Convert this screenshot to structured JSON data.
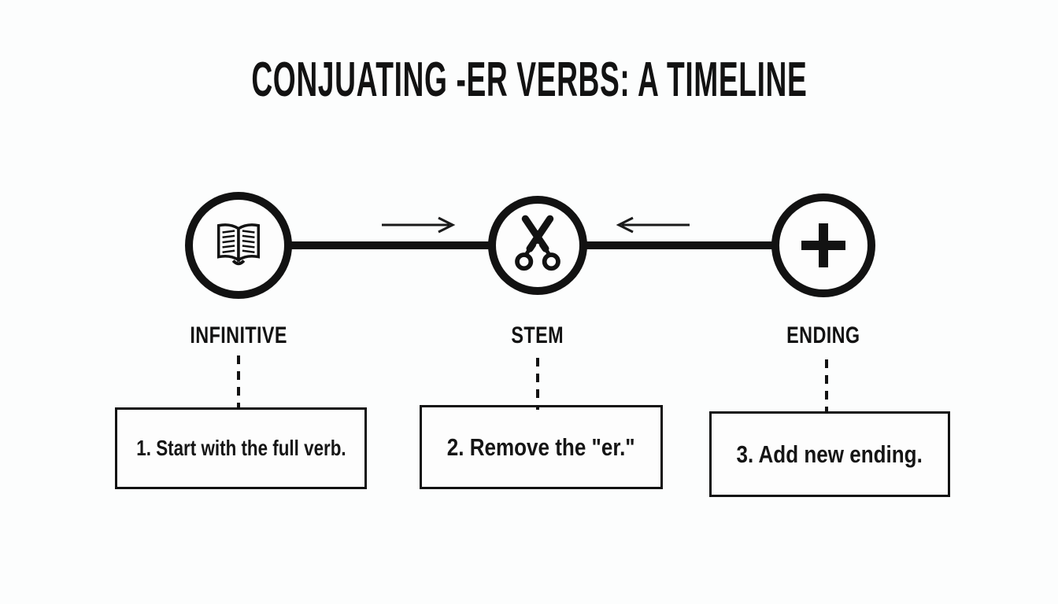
{
  "title": "CONJUATING -ER VERBS: A TIMELINE",
  "colors": {
    "background": "#fcfdfd",
    "ink": "#121212"
  },
  "timeline": {
    "stages": [
      {
        "label": "INFINITIVE",
        "icon": "open-book-icon",
        "step": "1. Start with the full verb."
      },
      {
        "label": "STEM",
        "icon": "scissors-icon",
        "step": "2. Remove the \"er.\""
      },
      {
        "label": "ENDING",
        "icon": "plus-icon",
        "step": "3. Add new ending."
      }
    ],
    "connectors": [
      {
        "between": "INFINITIVE-STEM",
        "type": "arrow",
        "direction": "right"
      },
      {
        "between": "STEM-ENDING",
        "type": "arrow",
        "direction": "left"
      }
    ]
  }
}
